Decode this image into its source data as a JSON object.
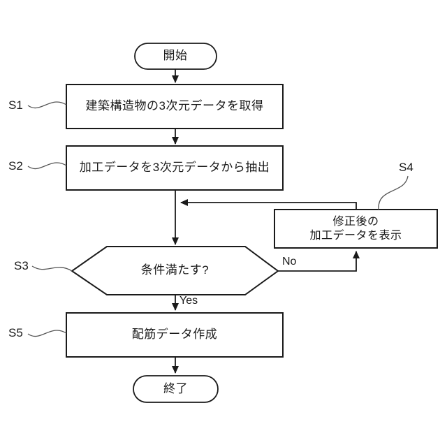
{
  "diagram": {
    "type": "flowchart",
    "background_color": "#ffffff",
    "line_color": "#1a1a1a",
    "callout_line_color": "#555555",
    "nodes": {
      "start": {
        "shape": "terminal",
        "label": "開始"
      },
      "s1": {
        "shape": "process",
        "label": "建築構造物の3次元データを取得"
      },
      "s2": {
        "shape": "process",
        "label": "加工データを3次元データから抽出"
      },
      "s3": {
        "shape": "decision",
        "label": "条件満たす?"
      },
      "s4": {
        "shape": "process",
        "label_line1": "修正後の",
        "label_line2": "加工データを表示"
      },
      "s5": {
        "shape": "process",
        "label": "配筋データ作成"
      },
      "end": {
        "shape": "terminal",
        "label": "終了"
      }
    },
    "step_labels": {
      "s1": "S1",
      "s2": "S2",
      "s3": "S3",
      "s4": "S4",
      "s5": "S5"
    },
    "edge_labels": {
      "yes": "Yes",
      "no": "No"
    }
  }
}
